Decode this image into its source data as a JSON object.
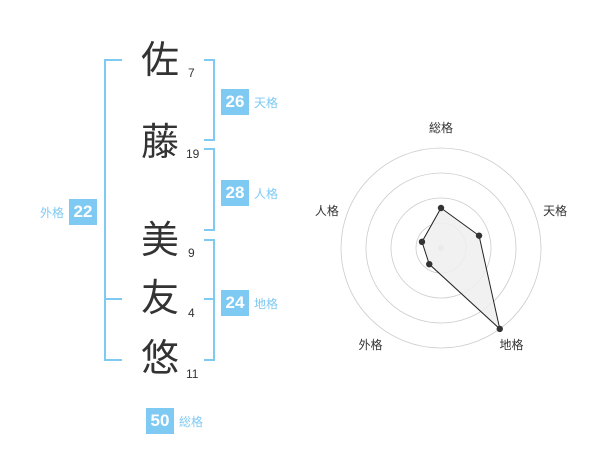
{
  "name": {
    "characters": [
      {
        "char": "佐",
        "strokes": "7"
      },
      {
        "char": "藤",
        "strokes": "19"
      },
      {
        "char": "美",
        "strokes": "9"
      },
      {
        "char": "友",
        "strokes": "4"
      },
      {
        "char": "悠",
        "strokes": "11"
      }
    ]
  },
  "fortune": {
    "tenkaku": {
      "value": "26",
      "label": "天格"
    },
    "jinkaku": {
      "value": "28",
      "label": "人格"
    },
    "chikaku": {
      "value": "24",
      "label": "地格"
    },
    "gaikaku": {
      "value": "22",
      "label": "外格"
    },
    "soukaku": {
      "value": "50",
      "label": "総格"
    }
  },
  "chart_data": {
    "type": "radar",
    "axes": [
      "総格",
      "天格",
      "地格",
      "外格",
      "人格"
    ],
    "values": [
      2,
      2,
      5,
      1,
      1
    ],
    "max": 5,
    "rings": 4
  },
  "colors": {
    "accent": "#7fcaf3",
    "text": "#333333",
    "ring": "#cccccc",
    "fill": "#eeeeee"
  }
}
